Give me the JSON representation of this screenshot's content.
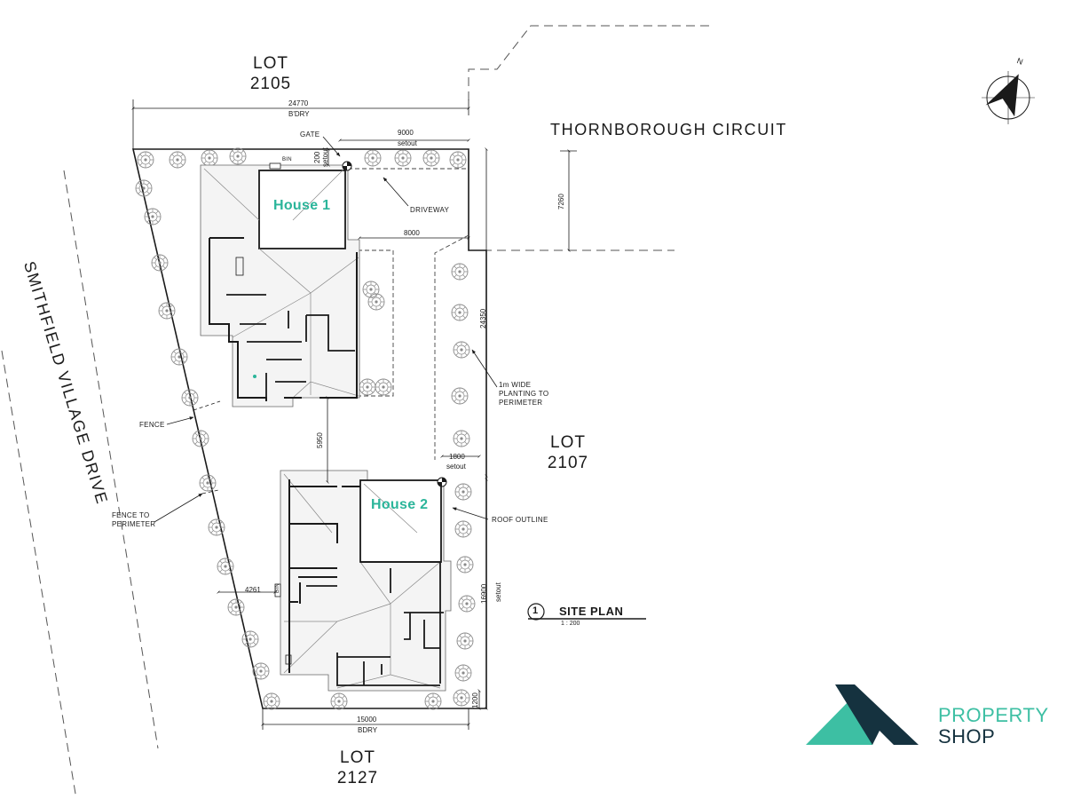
{
  "lots": {
    "top": {
      "label": "LOT",
      "number": "2105"
    },
    "right": {
      "label": "LOT",
      "number": "2107"
    },
    "bottom": {
      "label": "LOT",
      "number": "2127"
    }
  },
  "streets": {
    "east": "THORNBOROUGH CIRCUIT",
    "west": "SMITHFIELD VILLAGE DRIVE"
  },
  "houses": [
    "House 1",
    "House 2"
  ],
  "dimensions": {
    "top_boundary": "24770",
    "top_boundary_note": "B'DRY",
    "gate_setout": "9000",
    "gate_setout_note": "setout",
    "gate_small": "200",
    "gate_small_note": "setout",
    "corner_height": "7260",
    "driveway_width": "8000",
    "side_length": "24350",
    "house_gap": "5950",
    "house2_setout": "1800",
    "house2_setout_note": "setout",
    "house2_side": "16900",
    "house2_side_note": "setout",
    "bin_offset": "4261",
    "bottom_small": "1200",
    "bottom_boundary": "15000",
    "bottom_boundary_note": "BDRY"
  },
  "annotations": {
    "gate": "GATE",
    "bin1": "BIN",
    "bin2": "BIN",
    "driveway": "DRIVEWAY",
    "planting_1": "1m WIDE",
    "planting_2": "PLANTING TO",
    "planting_3": "PERIMETER",
    "fence": "FENCE",
    "fence_perimeter_1": "FENCE TO",
    "fence_perimeter_2": "PERIMETER",
    "roof_outline": "ROOF OUTLINE"
  },
  "title_block": {
    "number": "1",
    "title": "SITE PLAN",
    "scale": "1 : 200"
  },
  "compass": {
    "label": "N"
  },
  "logo": {
    "line1": "PROPERTY",
    "line2": "SHOP",
    "teal": "#3dbfa3",
    "navy": "#15323f"
  },
  "colors": {
    "line": "#1a1a1a",
    "tree": "#8a8a8a",
    "accent": "#2bb59a"
  }
}
